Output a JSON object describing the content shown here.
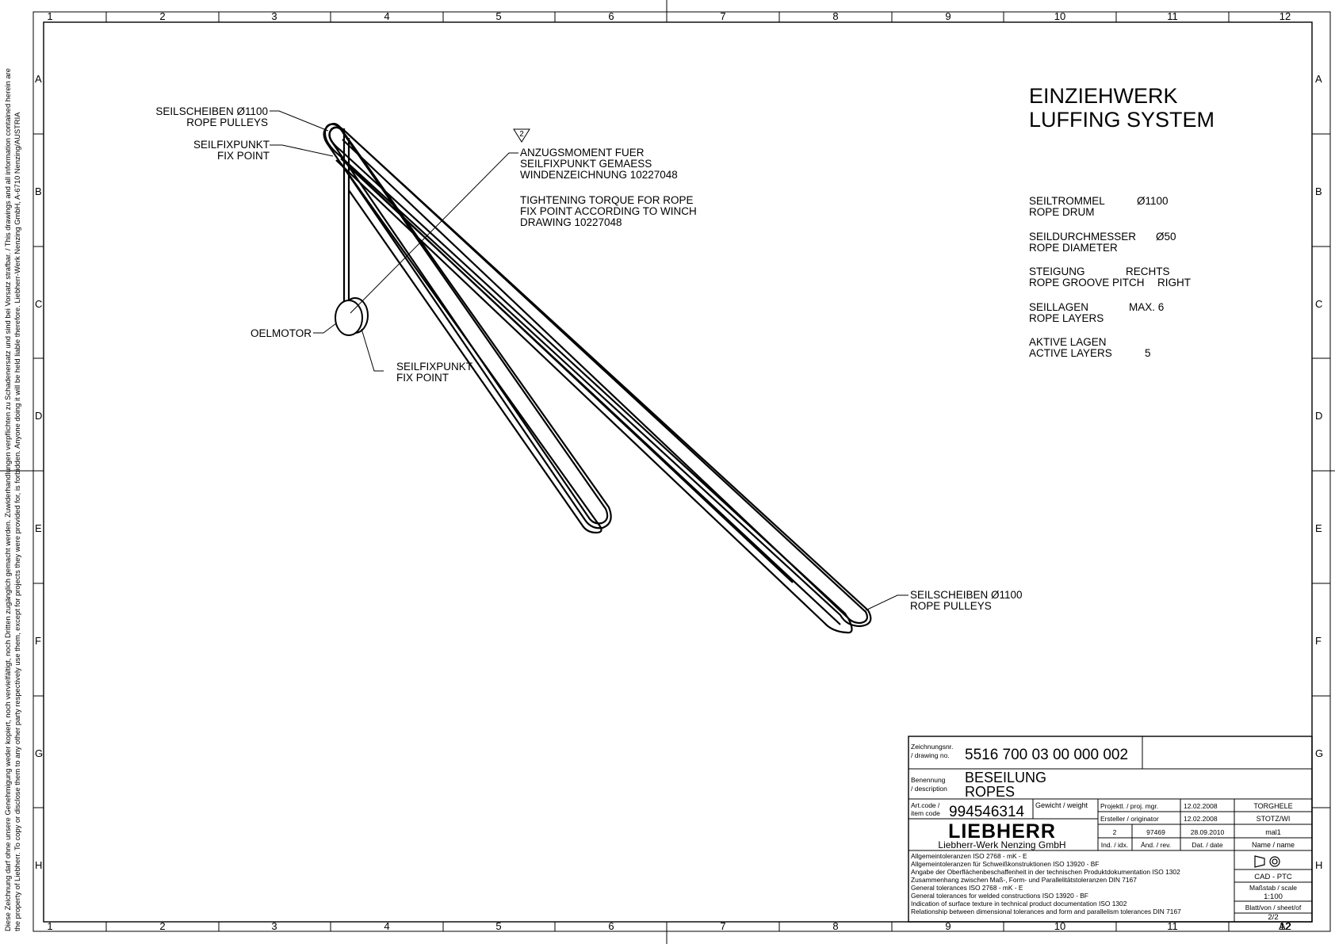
{
  "frame": {
    "columns": [
      "1",
      "2",
      "3",
      "4",
      "5",
      "6",
      "7",
      "8",
      "9",
      "10",
      "11",
      "12"
    ],
    "rows": [
      "A",
      "B",
      "C",
      "D",
      "E",
      "F",
      "G",
      "H"
    ]
  },
  "side_note": {
    "line1": "Diese Zeichnung darf ohne unsere Genehmigung weder kopiert, noch vervielfältigt, noch Dritten zugänglich gemacht werden. Zuwiderhandlungen verpflichten zu Schadenersatz und sind bei Vorsatz strafbar. / This drawings and all information contained herein are",
    "line2": "the property of Liebherr. To copy or disclose them to any other party respectively use them, except for projects they were provided for, is forbidden. Anyone doing it will be held liable therefore.                          Liebherr-Werk Nenzing GmbH, A-6710 Nenzing/AUSTRIA"
  },
  "title": {
    "line1": "EINZIEHWERK",
    "line2": "LUFFING SYSTEM"
  },
  "specs": [
    {
      "de": "SEILTROMMEL",
      "de_value": "Ø1100",
      "en": "ROPE DRUM",
      "en_value": ""
    },
    {
      "de": "SEILDURCHMESSER",
      "de_value": "Ø50",
      "en": "ROPE DIAMETER",
      "en_value": ""
    },
    {
      "de": "STEIGUNG",
      "de_value": "RECHTS",
      "en": "ROPE GROOVE PITCH",
      "en_value": "RIGHT"
    },
    {
      "de": "SEILLAGEN",
      "de_value": "MAX. 6",
      "en": "ROPE LAYERS",
      "en_value": ""
    },
    {
      "de": "AKTIVE LAGEN",
      "de_value": "",
      "en": "ACTIVE LAYERS",
      "en_value": "5"
    }
  ],
  "labels": {
    "top_pulleys_de": "SEILSCHEIBEN Ø1100",
    "top_pulleys_en": "ROPE PULLEYS",
    "fix_point_top_de": "SEILFIXPUNKT",
    "fix_point_top_en": "FIX POINT",
    "oelmotor": "OELMOTOR",
    "fix_point_bottom_de": "SEILFIXPUNKT",
    "fix_point_bottom_en": "FIX POINT",
    "bottom_pulleys_de": "SEILSCHEIBEN Ø1100",
    "bottom_pulleys_en": "ROPE PULLEYS",
    "note_marker": "2",
    "note_de": [
      "ANZUGSMOMENT FUER",
      "SEILFIXPUNKT GEMAESS",
      "WINDENZEICHNUNG 10227048"
    ],
    "note_en": [
      "TIGHTENING TORQUE FOR ROPE",
      "FIX POINT ACCORDING TO WINCH",
      "DRAWING 10227048"
    ]
  },
  "title_block": {
    "drawing_no_label_1": "Zeichnungsnr.",
    "drawing_no_label_2": "/ drawing no.",
    "drawing_no": "5516 700 03 00 000 002",
    "description_label_1": "Benennung",
    "description_label_2": "/ description",
    "description_de": "BESEILUNG",
    "description_en": "ROPES",
    "item_code_label_1": "Art.code /",
    "item_code_label_2": "item code",
    "item_code": "994546314",
    "weight_label": "Gewicht / weight",
    "logo": "LIEBHERR",
    "company": "Liebherr-Werk Nenzing GmbH",
    "proj_mgr_label": "Projektl. / proj. mgr.",
    "proj_mgr_date": "12.02.2008",
    "proj_mgr_name": "TORGHELE",
    "originator_label": "Ersteller / originator",
    "originator_date": "12.02.2008",
    "originator_name": "STOTZ/WI",
    "rev_index": "2",
    "rev_no": "97469",
    "rev_date": "28.09.2010",
    "rev_name": "mal1",
    "hdr_index": "Ind. / idx.",
    "hdr_rev": "Änd. / rev.",
    "hdr_date": "Dat. / date",
    "hdr_name": "Name / name",
    "tolerances": [
      "Allgemeintoleranzen ISO 2768 - mK - E",
      "Allgemeintoleranzen für Schweißkonstruktionen ISO 13920 - BF",
      "Angabe der Oberflächenbeschaffenheit in der technischen Produktdokumentation ISO 1302",
      "Zusammenhang zwischen Maß-, Form- und Parallelitätstoleranzen DIN 7167",
      "General tolerances ISO 2768 - mK - E",
      "General tolerances for welded constructions ISO 13920 - BF",
      "Indication of surface texture in technical product documentation ISO 1302",
      "Relationship between dimensional tolerances and form and parallelism tolerances DIN 7167"
    ],
    "cad": "CAD - PTC",
    "scale_label": "Maßstab / scale",
    "scale": "1:100",
    "sheet_label": "Blatt/von / sheet/of",
    "sheet": "2/2",
    "format": "A2"
  }
}
